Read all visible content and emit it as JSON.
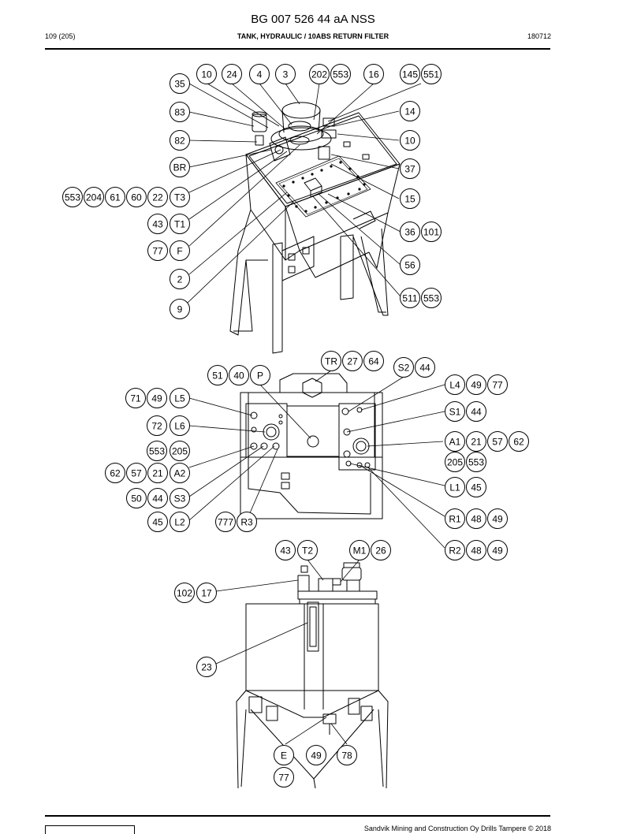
{
  "header": {
    "title": "BG 007 526 44 aA NSS",
    "page": "109 (205)",
    "section": "TANK, HYDRAULIC / 10ABS RETURN FILTER",
    "code": "180712"
  },
  "footer": {
    "copyright": "Sandvik Mining and Construction Oy Drills Tampere © 2018"
  },
  "callouts": [
    "10",
    "24",
    "4",
    "3",
    "202",
    "553",
    "16",
    "145",
    "551",
    "35",
    "83",
    "82",
    "BR",
    "553",
    "204",
    "61",
    "60",
    "22",
    "T3",
    "43",
    "T1",
    "77",
    "F",
    "2",
    "9",
    "14",
    "10",
    "37",
    "15",
    "36",
    "101",
    "56",
    "511",
    "553",
    "TR",
    "27",
    "64",
    "51",
    "40",
    "P",
    "S2",
    "44",
    "71",
    "49",
    "L5",
    "L4",
    "49",
    "77",
    "72",
    "L6",
    "S1",
    "44",
    "553",
    "205",
    "A1",
    "21",
    "57",
    "62",
    "205",
    "553",
    "62",
    "57",
    "21",
    "A2",
    "L1",
    "45",
    "50",
    "44",
    "S3",
    "R1",
    "48",
    "49",
    "45",
    "L2",
    "777",
    "R3",
    "R2",
    "48",
    "49",
    "43",
    "T2",
    "M1",
    "26",
    "102",
    "17",
    "23",
    "E",
    "49",
    "78",
    "77"
  ]
}
